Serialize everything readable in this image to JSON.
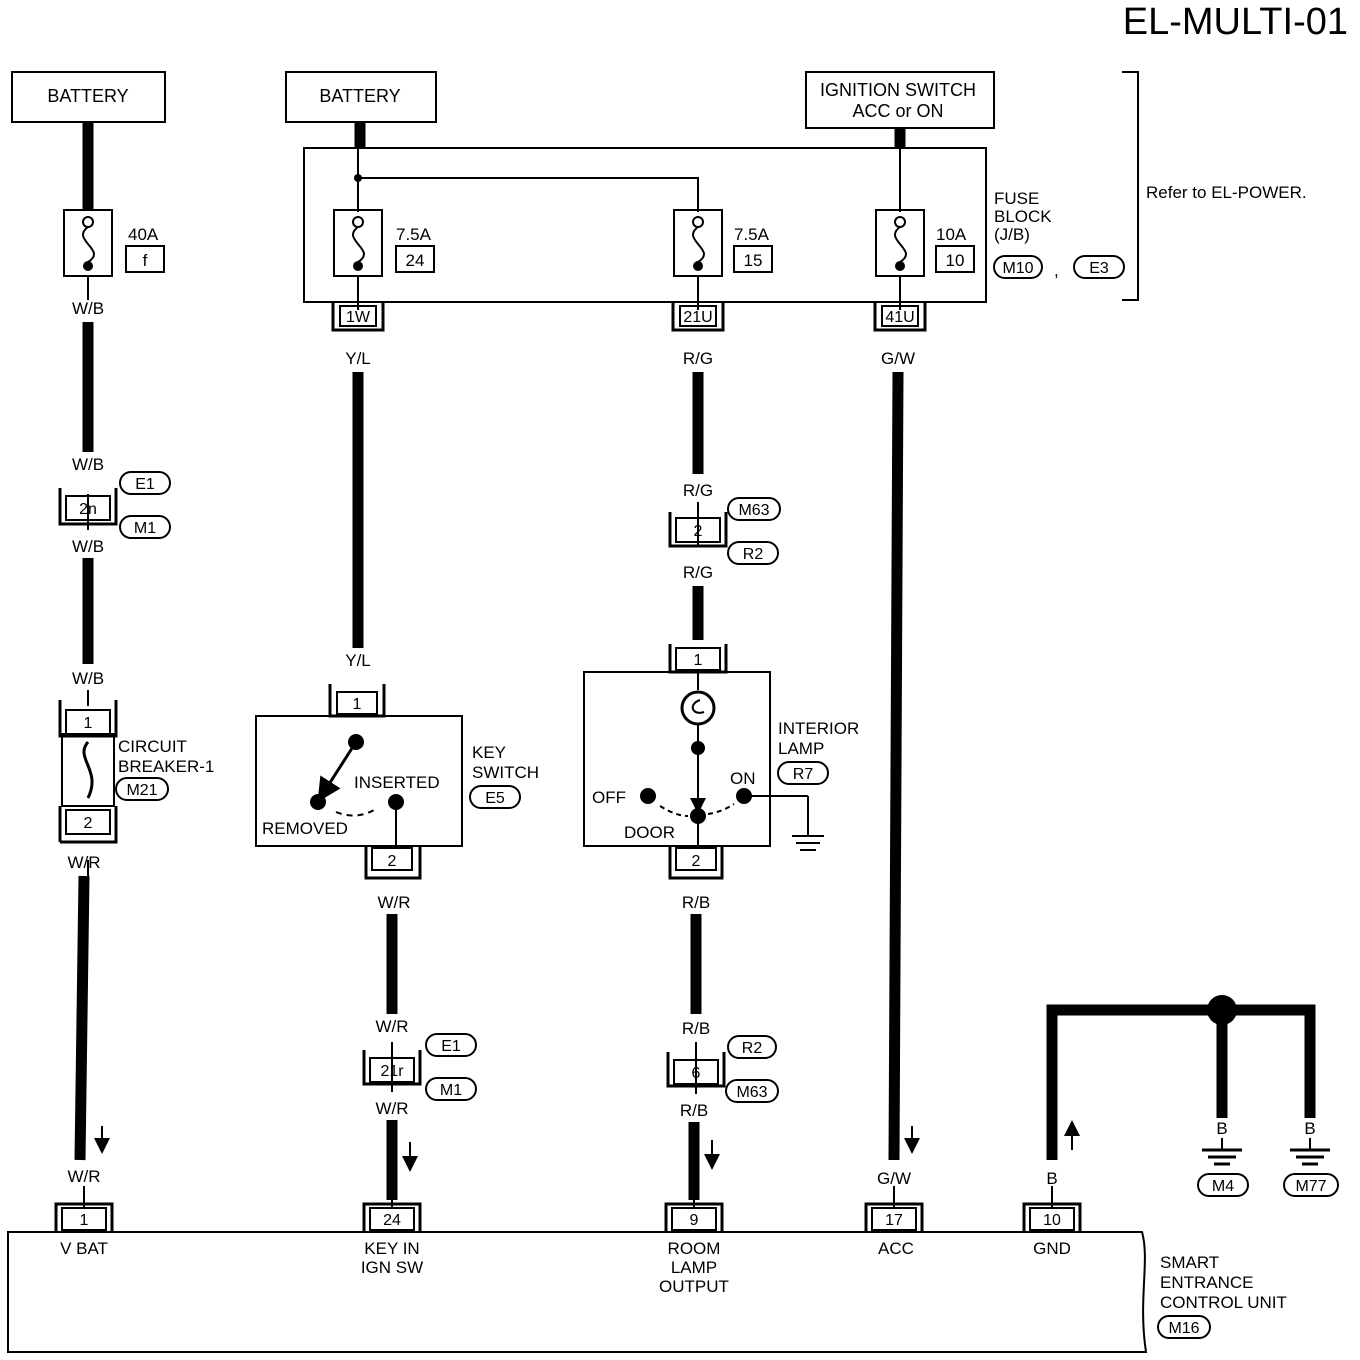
{
  "title": "EL-MULTI-01",
  "refer_note": "Refer to EL-POWER.",
  "battery_left": "BATTERY",
  "battery_mid": "BATTERY",
  "ignition": {
    "line1": "IGNITION SWITCH",
    "line2": "ACC or ON"
  },
  "fuse_block": {
    "line1": "FUSE",
    "line2": "BLOCK",
    "line3": "(J/B)",
    "conn1": "M10",
    "sep": ",",
    "conn2": "E3"
  },
  "fuses": [
    {
      "rating": "40A",
      "number": "f"
    },
    {
      "rating": "7.5A",
      "number": "24"
    },
    {
      "rating": "7.5A",
      "number": "15"
    },
    {
      "rating": "10A",
      "number": "10"
    }
  ],
  "jb_pins": [
    "1W",
    "21U",
    "41U"
  ],
  "wire_colors": {
    "wb": "W/B",
    "yl": "Y/L",
    "rg": "R/G",
    "gw": "G/W",
    "wr": "W/R",
    "rb": "R/B",
    "b": "B"
  },
  "connectors": {
    "e1": "E1",
    "m1": "M1",
    "m63": "M63",
    "r2": "R2",
    "m21": "M21",
    "e5": "E5",
    "r7": "R7",
    "m4": "M4",
    "m77": "M77",
    "m16": "M16"
  },
  "pins": {
    "p2n": "2n",
    "p2": "2",
    "p1": "1",
    "p21r": "21r",
    "p6": "6",
    "p24": "24",
    "p9": "9",
    "p17": "17",
    "p10": "10"
  },
  "circuit_breaker": {
    "line1": "CIRCUIT",
    "line2": "BREAKER-1"
  },
  "key_switch": {
    "line1": "KEY",
    "line2": "SWITCH",
    "inserted": "INSERTED",
    "removed": "REMOVED"
  },
  "interior_lamp": {
    "line1": "INTERIOR",
    "line2": "LAMP",
    "off": "OFF",
    "on": "ON",
    "door": "DOOR"
  },
  "control_unit": {
    "line1": "SMART",
    "line2": "ENTRANCE",
    "line3": "CONTROL UNIT",
    "terminals": {
      "vbat": "V BAT",
      "key1": "KEY IN",
      "key2": "IGN SW",
      "room1": "ROOM",
      "room2": "LAMP",
      "room3": "OUTPUT",
      "acc": "ACC",
      "gnd": "GND"
    }
  }
}
